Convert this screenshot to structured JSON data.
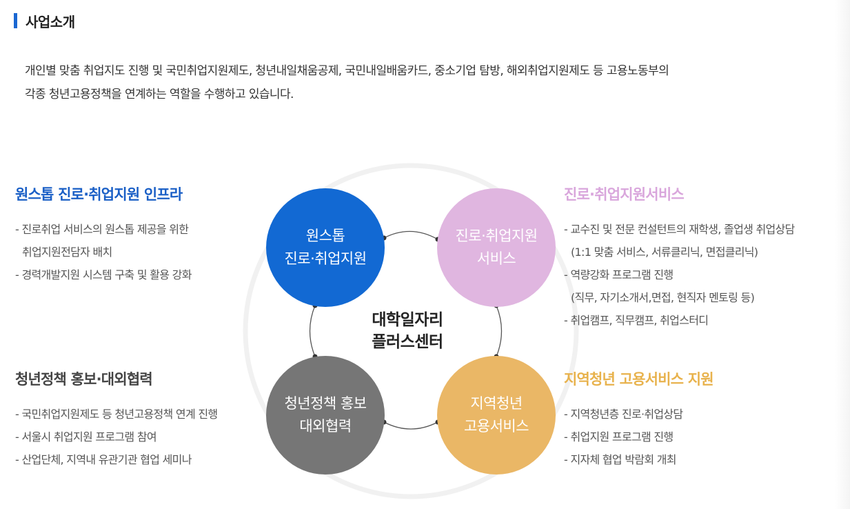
{
  "section": {
    "title": "사업소개"
  },
  "intro": {
    "line1": "개인별 맞춤 취업지도 진행 및 국민취업지원제도, 청년내일채움공제, 국민내일배움카드, 중소기업 탐방, 해외취업지원제도 등 고용노동부의",
    "line2": "각종 청년고용정책을 연계하는 역할을 수행하고 있습니다."
  },
  "diagram": {
    "center": {
      "line1": "대학일자리",
      "line2": "플러스센터"
    },
    "circles": {
      "onestop": {
        "line1": "원스톱",
        "line2": "진로·취업지원",
        "color": "#1269d3"
      },
      "career": {
        "line1": "진로·취업지원",
        "line2": "서비스",
        "color": "#e0b6e0"
      },
      "policy": {
        "line1": "청년정책 홍보",
        "line2": "대외협력",
        "color": "#767676"
      },
      "regional": {
        "line1": "지역청년",
        "line2": "고용서비스",
        "color": "#eab766"
      }
    }
  },
  "blocks": {
    "onestop": {
      "heading": "원스톱 진로·취업지원 인프라",
      "items": [
        {
          "line1": "- 진로취업 서비스의 원스톱 제공을 위한",
          "line2": "취업지원전담자 배치"
        },
        {
          "line1": "- 경력개발지원 시스템 구축 및 활용 강화"
        }
      ]
    },
    "career": {
      "heading": "진로·취업지원서비스",
      "items": [
        {
          "line1": "- 교수진 및 전문 컨설턴트의 재학생, 졸업생 취업상담",
          "line2": "(1:1 맞춤 서비스, 서류클리닉, 면접클리닉)"
        },
        {
          "line1": "- 역량강화 프로그램 진행",
          "line2": "(직무, 자기소개서,면접, 현직자 멘토링 등)"
        },
        {
          "line1": "- 취업캠프, 직무캠프, 취업스터디"
        }
      ]
    },
    "policy": {
      "heading": "청년정책 홍보·대외협력",
      "items": [
        {
          "line1": "- 국민취업지원제도 등 청년고용정책 연계 진행"
        },
        {
          "line1": "- 서울시 취업지원 프로그램 참여"
        },
        {
          "line1": "- 산업단체, 지역내 유관기관 협업 세미나"
        }
      ]
    },
    "regional": {
      "heading": "지역청년 고용서비스 지원",
      "items": [
        {
          "line1": "- 지역청년층 진로·취업상담"
        },
        {
          "line1": "- 취업지원 프로그램 진행"
        },
        {
          "line1": "- 지자체 협업 박람회 개최"
        }
      ]
    }
  }
}
